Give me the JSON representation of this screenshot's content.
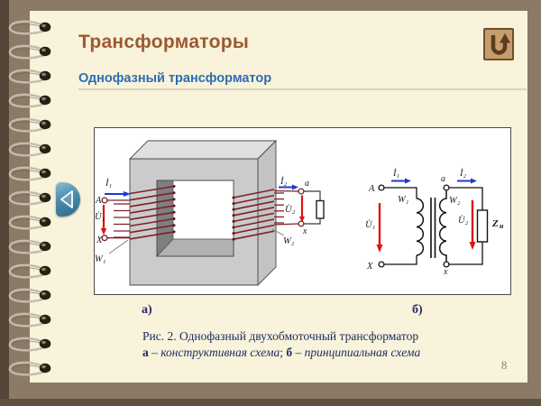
{
  "slide": {
    "title": "Трансформаторы",
    "subtitle": "Однофазный трансформатор",
    "page_number": "8"
  },
  "nav": {
    "back_icon": "triangle-left-arrow",
    "return_icon": "u-turn-arrow"
  },
  "figure": {
    "panel_label_a": "а)",
    "panel_label_b": "б)",
    "caption_line1": "Рис. 2. Однофазный двухобмоточный трансформатор",
    "caption_line2": {
      "b1": "а",
      "t1": " – ",
      "i1": "конструктивная схема",
      "t2": "; ",
      "b2": "б",
      "t3": " – ",
      "i2": "принципиальная схема"
    }
  },
  "diagram": {
    "i1": "İ₁",
    "i2": "İ₂",
    "u1": "U̇₁",
    "u2": "U̇₂",
    "w1": "W₁",
    "w2": "W₂",
    "A": "A",
    "X": "X",
    "a": "a",
    "x": "x",
    "z_base": "Z",
    "z_sub": "н"
  },
  "colors": {
    "title": "#9a5a33",
    "subtitle": "#2d6cb0",
    "caption": "#1f2b66",
    "current_arrow": "#2238c8",
    "voltage_arrow": "#dd1414",
    "winding": "#7c2128",
    "page_bg": "#f8f3da",
    "cover_brown": "#8b7a68"
  }
}
